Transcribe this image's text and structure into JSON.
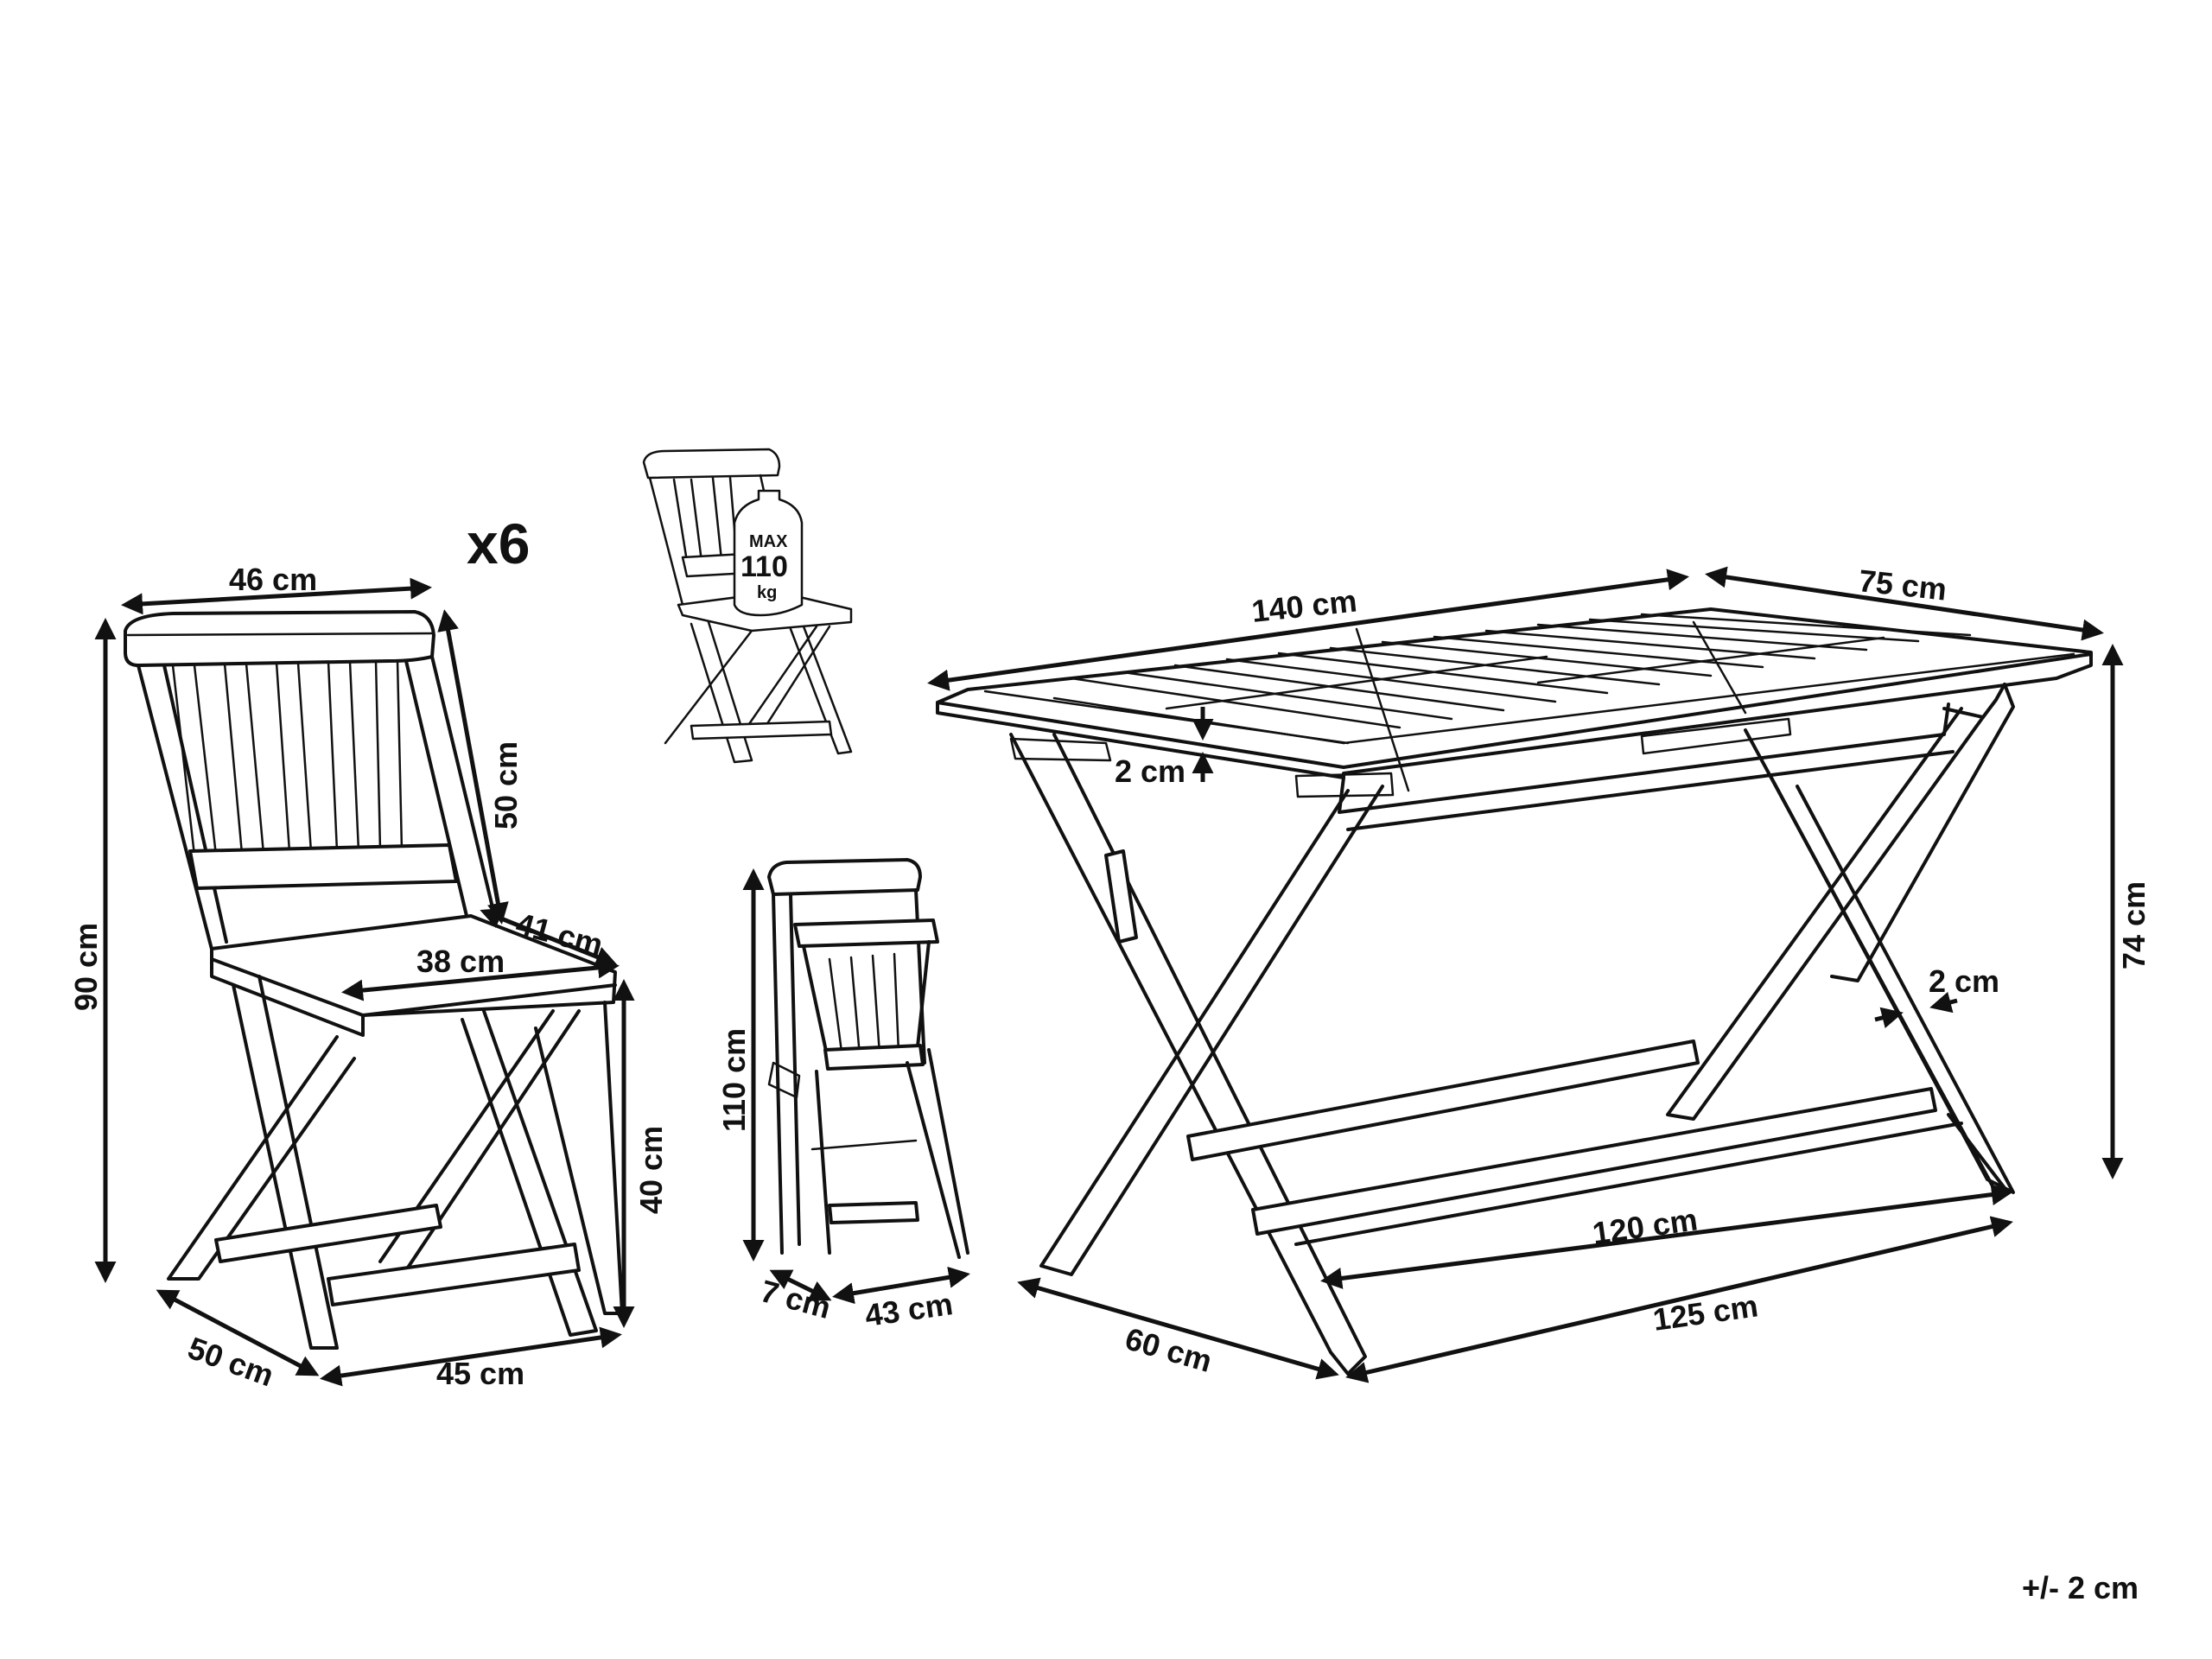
{
  "chair": {
    "quantity": "x6",
    "dims": {
      "width_top": "46 cm",
      "back_height": "50 cm",
      "total_height": "90 cm",
      "seat_depth": "41 cm",
      "seat_width": "38 cm",
      "seat_height": "40 cm",
      "base_depth": "50 cm",
      "base_width": "45 cm"
    }
  },
  "max_load": {
    "line1": "MAX",
    "line2": "110",
    "line3": "kg"
  },
  "folded_chair": {
    "height": "110 cm",
    "thickness": "7 cm",
    "width": "43 cm"
  },
  "table": {
    "dims": {
      "length": "140 cm",
      "width": "75 cm",
      "top_thickness": "2 cm",
      "height": "74 cm",
      "leg_thickness": "2 cm",
      "inner_length": "120 cm",
      "base_depth": "60 cm",
      "base_length": "125 cm"
    }
  },
  "tolerance": "+/- 2 cm"
}
